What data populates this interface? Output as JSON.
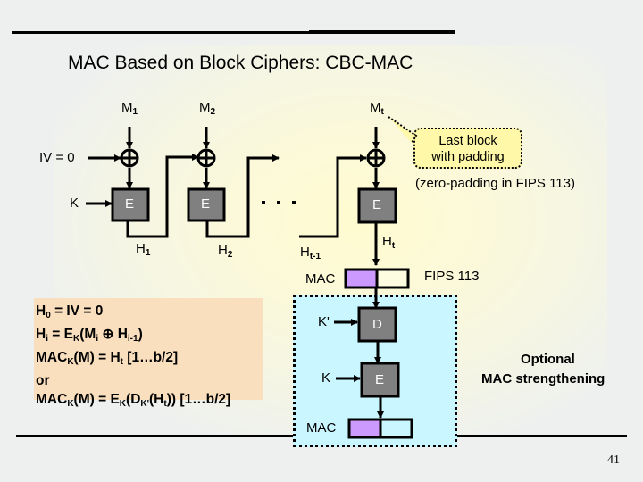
{
  "slide": {
    "title": "MAC Based on Block Ciphers: CBC-MAC",
    "page_number": "41"
  },
  "diagram": {
    "inputs": {
      "m1": {
        "base": "M",
        "sub": "1"
      },
      "m2": {
        "base": "M",
        "sub": "2"
      },
      "mt": {
        "base": "M",
        "sub": "t"
      }
    },
    "iv_label": "IV = 0",
    "key_label": "K",
    "key_prime_label": "K'",
    "encrypt_label": "E",
    "decrypt_label": "D",
    "ellipsis": ". . .",
    "hashes": {
      "h1": {
        "base": "H",
        "sub": "1"
      },
      "h2": {
        "base": "H",
        "sub": "2"
      },
      "ht1": {
        "base": "H",
        "sub": "t-1"
      },
      "ht": {
        "base": "H",
        "sub": "t"
      }
    },
    "mac_label": "MAC",
    "fips_label": "FIPS 113",
    "callout": {
      "line1": "Last block",
      "line2": "with padding"
    },
    "zero_padding_note": "(zero-padding in FIPS 113)",
    "strengthening": {
      "line1": "Optional",
      "line2": "MAC strengthening"
    },
    "colors": {
      "cipher_box": "#808080",
      "mac_half": "#cc99ff",
      "callout_bg": "#fff8a8",
      "strength_bg": "#c9f6ff",
      "formula_bg": "#fadfbe"
    }
  },
  "formula": {
    "line1": {
      "a": "H",
      "a_sub": "0",
      "rest": " = IV = 0"
    },
    "line2": {
      "a": "H",
      "a_sub": "i",
      "b": " = E",
      "b_sub": "K",
      "c": "(M",
      "c_sub": "i",
      "d": " ⊕ H",
      "d_sub": "i-1",
      "e": ")"
    },
    "line3": {
      "a": "MAC",
      "a_sub": "K",
      "b": "(M) = H",
      "b_sub": "t",
      "c": " [1…b/2]"
    },
    "line4": "or",
    "line5": {
      "a": "MAC",
      "a_sub": "K",
      "b": "(M) = E",
      "b_sub": "K",
      "c": "(D",
      "c_sub": "K'",
      "d": "(H",
      "d_sub": "t",
      "e": ")) [1…b/2]"
    }
  }
}
